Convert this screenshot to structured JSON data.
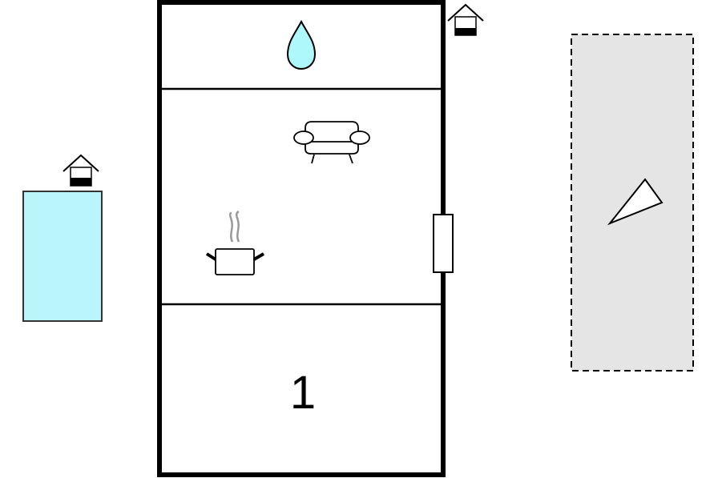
{
  "rooms": [
    {
      "id": "bathroom",
      "icon": "water-drop-icon"
    },
    {
      "id": "living-kitchen",
      "icons": [
        "sofa-icon",
        "cooking-pot-icon"
      ]
    },
    {
      "id": "bedroom",
      "label": "1",
      "icon": ""
    }
  ],
  "features": {
    "house_symbols": [
      "house-entrance-icon",
      "house-entrance-icon"
    ],
    "pool": {
      "icon": "pool-rectangle"
    },
    "terrace": {
      "icon": "terrace-area",
      "style": "dashed"
    },
    "compass": {
      "icon": "north-arrow-icon"
    },
    "door": {
      "icon": "door-rectangle"
    }
  },
  "colors": {
    "wall": "#000000",
    "water": "#aef7fb",
    "pool_fill": "#b9f5fb",
    "terrace_fill": "#e5e5e5",
    "steam": "#9a9a9a",
    "background": "#ffffff"
  }
}
